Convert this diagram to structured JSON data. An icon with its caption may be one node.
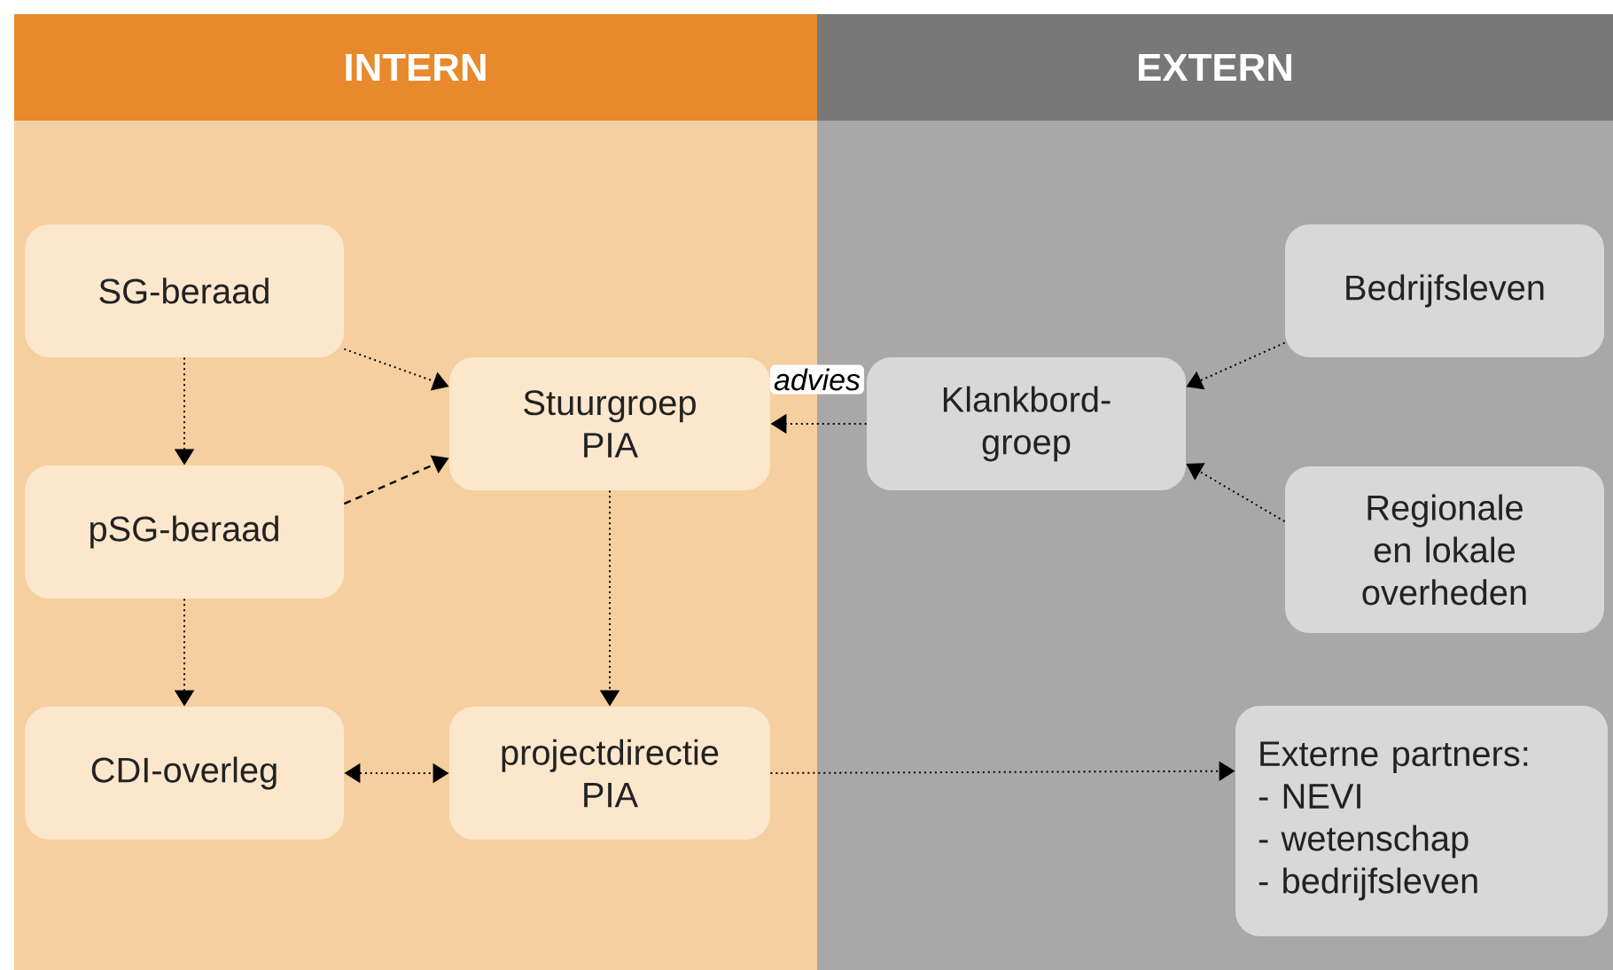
{
  "diagram": {
    "nodes": [
      {
        "text": [
          "INTERN"
        ]
      },
      {
        "text": [
          "EXTERN"
        ]
      },
      {
        "text": [
          "SG-beraad"
        ],
        "in": 0
      },
      {
        "text": [
          "Stuurgroep PIA"
        ],
        "in": 0
      },
      {
        "text": [
          "Klankbord-groep"
        ],
        "in": 1
      },
      {
        "text": [
          "Bedrijfsleven"
        ],
        "in": 1
      },
      {
        "text": [
          "pSG-beraad"
        ],
        "in": 0
      },
      {
        "text": [
          "Regionale en lokale overheden"
        ],
        "in": 1
      },
      {
        "text": [
          "CDI-overleg"
        ],
        "in": 0
      },
      {
        "text": [
          "projectdirectie PIA"
        ],
        "in": 0
      },
      {
        "text": [
          "Externe partners:",
          "- NEVI",
          "- wetenschap",
          "- bedrijfsleven"
        ],
        "in": 1
      }
    ],
    "edges": [
      {
        "from": 2,
        "to": 3,
        "arrow": "to"
      },
      {
        "from": 2,
        "to": 6,
        "arrow": "to"
      },
      {
        "from": 6,
        "to": 3,
        "arrow": "to",
        "style": "dashed"
      },
      {
        "from": 4,
        "to": 3,
        "arrow": "to",
        "label": "advies"
      },
      {
        "from": 5,
        "to": 4,
        "arrow": "to"
      },
      {
        "from": 7,
        "to": 4,
        "arrow": "to"
      },
      {
        "from": 6,
        "to": 8,
        "arrow": "to"
      },
      {
        "from": 3,
        "to": 9,
        "arrow": "to"
      },
      {
        "from": 8,
        "to": 9,
        "arrow": "both"
      },
      {
        "from": 9,
        "to": 10,
        "arrow": "to"
      }
    ]
  }
}
